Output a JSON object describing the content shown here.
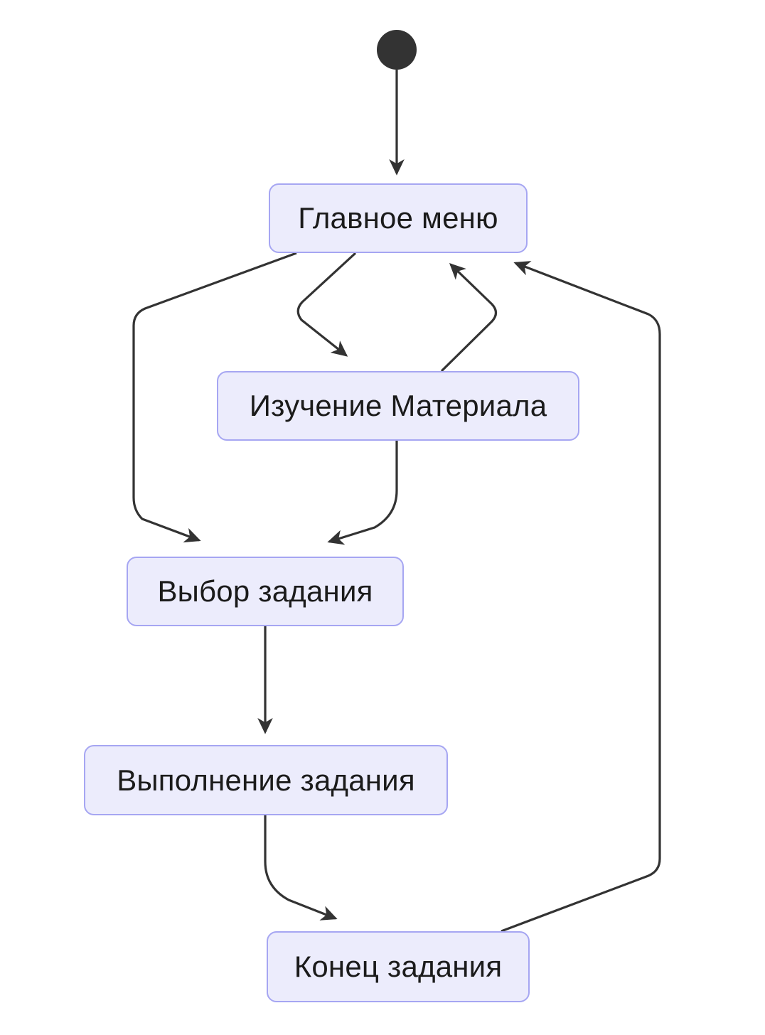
{
  "diagram": {
    "type": "state-diagram",
    "title": "",
    "background_color": "#ffffff",
    "node_fill_color": "#ECECFC",
    "node_border_color": "#A6A6F2",
    "edge_color": "#333333",
    "text_color": "#1b1b1b",
    "start_node": {
      "name": "start",
      "shape": "filled-circle",
      "color": "#333333",
      "label": ""
    },
    "nodes": [
      {
        "id": "main_menu",
        "label": "Главное меню"
      },
      {
        "id": "study",
        "label": "Изучение Материала"
      },
      {
        "id": "task_select",
        "label": "Выбор задания"
      },
      {
        "id": "task_exec",
        "label": "Выполнение задания"
      },
      {
        "id": "task_end",
        "label": "Конец задания"
      }
    ],
    "edges": [
      {
        "from": "start",
        "to": "main_menu",
        "label": ""
      },
      {
        "from": "main_menu",
        "to": "study",
        "label": ""
      },
      {
        "from": "study",
        "to": "main_menu",
        "label": ""
      },
      {
        "from": "main_menu",
        "to": "task_select",
        "label": ""
      },
      {
        "from": "study",
        "to": "task_select",
        "label": ""
      },
      {
        "from": "task_select",
        "to": "task_exec",
        "label": ""
      },
      {
        "from": "task_exec",
        "to": "task_end",
        "label": ""
      },
      {
        "from": "task_end",
        "to": "main_menu",
        "label": ""
      }
    ]
  }
}
